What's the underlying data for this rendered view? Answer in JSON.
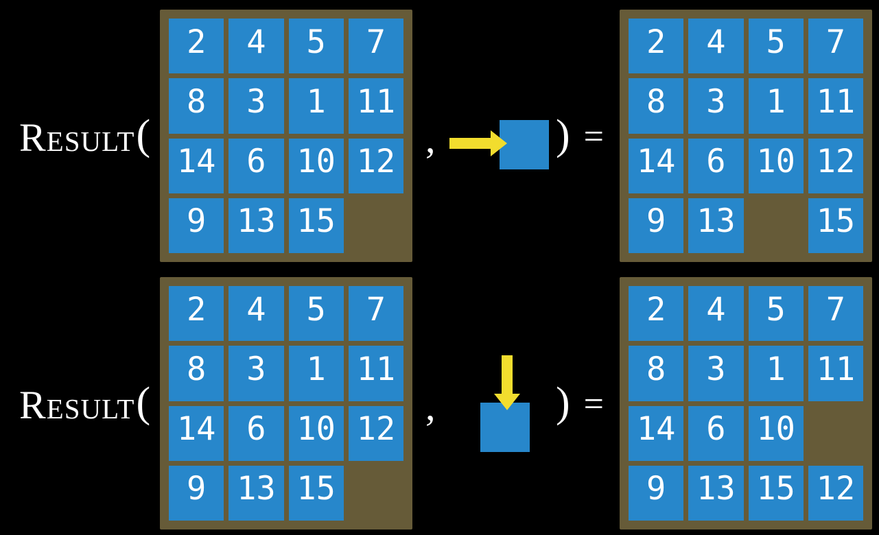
{
  "expression": {
    "function_name": "Result",
    "open_paren": "(",
    "comma": ",",
    "close_paren": ")",
    "equals": "="
  },
  "colors": {
    "background": "#000000",
    "board_brown": "#665b38",
    "tile_blue": "#2787cb",
    "arrow_yellow": "#f2dd2e",
    "text_white": "#ffffff"
  },
  "rows": [
    {
      "action": {
        "icon": "arrow-right-icon",
        "direction": "right"
      },
      "initial_board": [
        [
          "2",
          "4",
          "5",
          "7"
        ],
        [
          "8",
          "3",
          "1",
          "11"
        ],
        [
          "14",
          "6",
          "10",
          "12"
        ],
        [
          "9",
          "13",
          "15",
          null
        ]
      ],
      "result_board": [
        [
          "2",
          "4",
          "5",
          "7"
        ],
        [
          "8",
          "3",
          "1",
          "11"
        ],
        [
          "14",
          "6",
          "10",
          "12"
        ],
        [
          "9",
          "13",
          null,
          "15"
        ]
      ]
    },
    {
      "action": {
        "icon": "arrow-down-icon",
        "direction": "down"
      },
      "initial_board": [
        [
          "2",
          "4",
          "5",
          "7"
        ],
        [
          "8",
          "3",
          "1",
          "11"
        ],
        [
          "14",
          "6",
          "10",
          "12"
        ],
        [
          "9",
          "13",
          "15",
          null
        ]
      ],
      "result_board": [
        [
          "2",
          "4",
          "5",
          "7"
        ],
        [
          "8",
          "3",
          "1",
          "11"
        ],
        [
          "14",
          "6",
          "10",
          null
        ],
        [
          "9",
          "13",
          "15",
          "12"
        ]
      ]
    }
  ]
}
